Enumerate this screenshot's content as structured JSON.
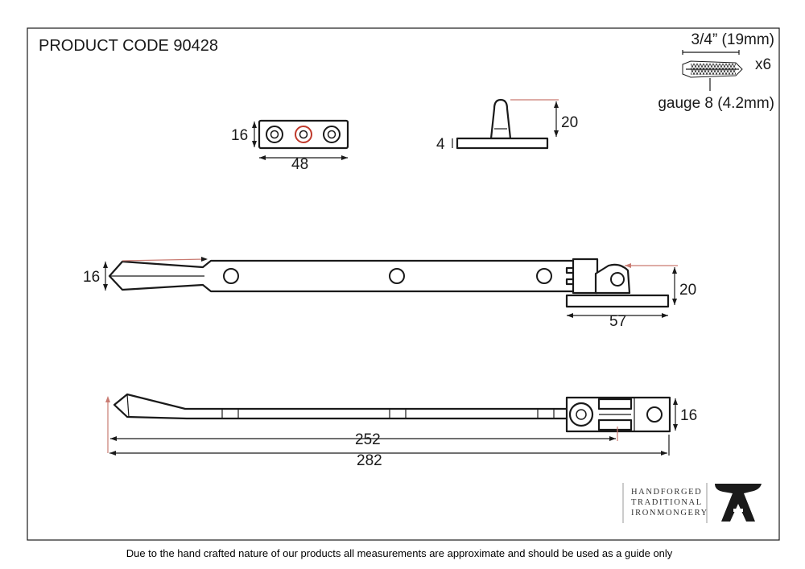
{
  "product_code": "PRODUCT CODE 90428",
  "screw_spec": {
    "length": "3/4” (19mm)",
    "quantity": "x6",
    "gauge": "gauge 8 (4.2mm)"
  },
  "dimensions": {
    "keep_plate_height": "16",
    "keep_plate_width": "48",
    "pin_height": "20",
    "pin_base_thickness": "4",
    "stay_head_height": "16",
    "bracket_height": "20",
    "bracket_width": "57",
    "side_bracket_height": "16",
    "stay_length": "252",
    "overall_length": "282"
  },
  "brand": {
    "line1": "HANDFORGED",
    "line2": "TRADITIONAL",
    "line3": "IRONMONGERY",
    "logo_icon": "anvil-icon"
  },
  "footer": "Due to the hand crafted nature of our products all measurements are approximate and should be used as a guide only",
  "colors": {
    "outline": "#1a1a1a",
    "measure_accent": "#c97b72",
    "keep_center_ring": "#c0392b"
  }
}
